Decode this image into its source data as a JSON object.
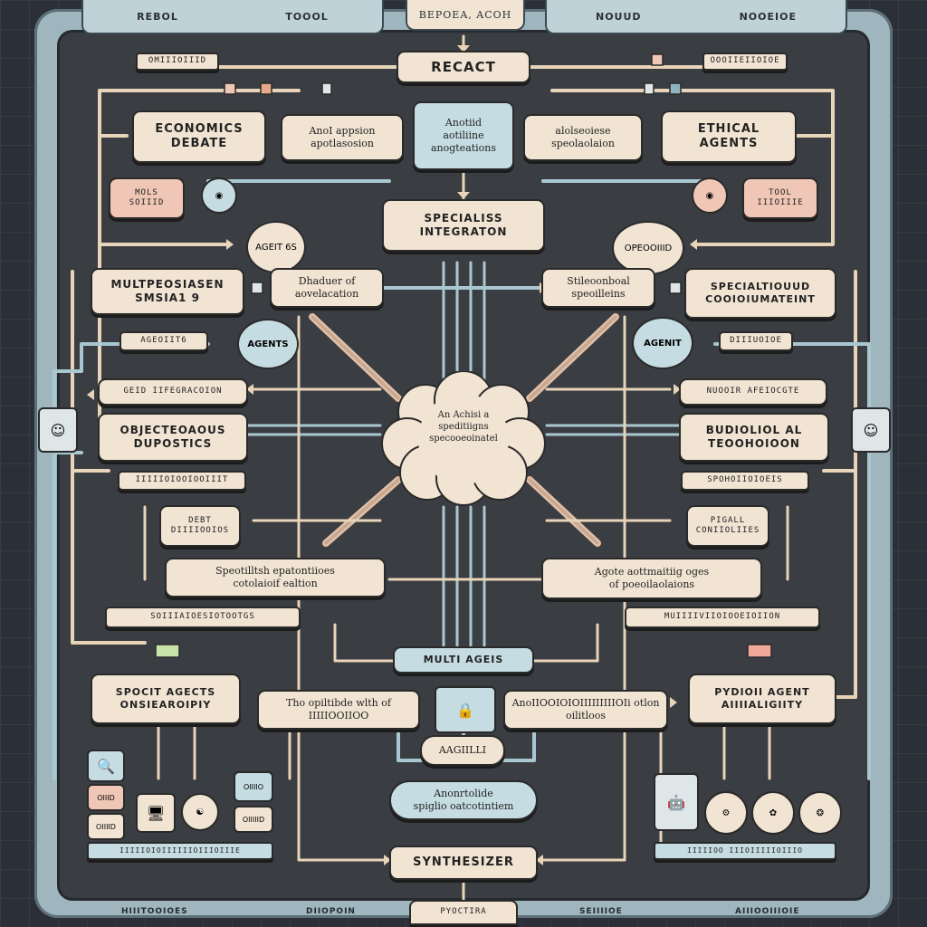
{
  "header": {
    "tab_left": [
      "REBOL",
      "TOOOL"
    ],
    "tab_center": "BEPOEA, ACOH",
    "tab_right": [
      "NOUUD",
      "NOOEIOE"
    ]
  },
  "top": {
    "react": "RECACT",
    "left_label": "OMIIIOIIID",
    "right_label": "OOOIIEIIOIOE"
  },
  "row1": {
    "econ": "ECONOMICS\nDEBATE",
    "left_mid": "AnoI appsion\napotlasosion",
    "center": "Anotiid\naotiliine\nanogteations",
    "right_mid": "alolseoiese\nspeolaolaion",
    "ethical": "ETHICAL\nAGENTS"
  },
  "row2": {
    "mols": "MOLS\nSOIIID",
    "tool": "TOOL\nIIIOIIIE",
    "agent_left": "AGEIT 6S",
    "agent_right": "OPEOOIIID",
    "specialist": "SPECIALISS\nINTEGRATON"
  },
  "row3": {
    "multi_left": "MULTPEOSIASEN\nSMSIA1 9",
    "center_left": "Dhaduer of\naovelacation",
    "center_right": "Stileoonboal\nspeoilleins",
    "multi_right": "SPECIALTIOUUD\nCOOIOIUMATEINT"
  },
  "row4": {
    "agents_pill_left": "AGENTS",
    "agents_label_left": "AGEOIIT6",
    "agent_pill_right": "AGENIT",
    "agent_label_right": "DIIIUOIOE"
  },
  "mid_left": {
    "integration": "GEID IIFEGRACOION",
    "obj": "OBJECTEOAOUS\nDUPOSTICS",
    "bar": "IIIIIOIOOIOOIIIT",
    "debt": "DEBT\nDIIIIOOIOS"
  },
  "mid_right": {
    "nuclear": "NUOOIR AFEIOCGTE",
    "bud": "BUDIOLIOL AL\nTEOOHOIOON",
    "bar": "SPOHOIIOIOEIS",
    "pigall": "PIGALL\nCONIIOLIIES"
  },
  "cloud": "An Achisi a\nspeditiigns\nspecooeoinatel",
  "row5": {
    "left": "Speotilltsh epatontiioes\ncotolaioif ealtion",
    "right": "Agote aottmaitiig oges\nof poeoilaolaions"
  },
  "row6": {
    "left_bar": "SOIIIAIOESIOTOOTGS",
    "right_bar": "MUIIIIVIIOIOOEIOIION",
    "multiagents": "MULTI AGEIS",
    "spocit": "SPOCIT AGECTS\nONSIEAROIPIY",
    "optitude": "Tho opiltibde wlth of\nIIIIIOOIIOO",
    "anol": "AnoIIOOIOIOIIIIIIIIIOIi otlon\noilitloos",
    "python": "PYDIOII AGENT\nAIIIIALIGIITY",
    "agile": "AAGIILLI"
  },
  "row7": {
    "anomolie": "Anonrtolide\nspiglio oatcotintiem",
    "synth": "SYNTHESIZER",
    "left_foot_label": "IIIIIOIOIIIIIIOIIIOIIIE",
    "right_foot_label": "IIIIIOO  IIIOIIIIIOIIIO",
    "small_left": [
      "OIIID",
      "OIIIID"
    ],
    "small_mid": [
      "OIIIIO",
      "OIIIIID"
    ]
  },
  "footer": {
    "left": "HIIITOOIOES",
    "mid_left": "DIIOPOIN",
    "center": "PYOCTIRA",
    "mid_right": "SEIIIIOE",
    "right": "AIIIOOIIIOIE"
  },
  "colors": {
    "panel": "#3a3d42",
    "box": "#f1e4d3",
    "accent_blue": "#c5dce2",
    "accent_pink": "#f0c7b6",
    "wire_cream": "#e8d4b8",
    "wire_blue": "#a9c7d0"
  }
}
